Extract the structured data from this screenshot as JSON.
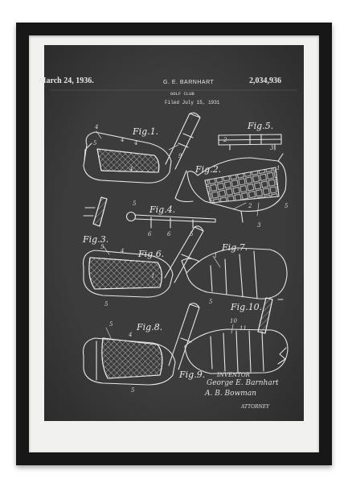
{
  "patent": {
    "date": "March 24, 1936.",
    "inventor_header": "G. E. BARNHART",
    "number": "2,034,936",
    "title": "GOLF CLUB",
    "filed": "Filed July 15, 1931"
  },
  "figures": {
    "fig1": "Fig.1.",
    "fig2": "Fig.2.",
    "fig3": "Fig.3.",
    "fig4": "Fig.4.",
    "fig5": "Fig.5.",
    "fig6": "Fig.6.",
    "fig7": "Fig.7.",
    "fig8": "Fig.8.",
    "fig9": "Fig.9.",
    "fig10": "Fig.10."
  },
  "signature": {
    "inventor_label": "INVENTOR",
    "inventor_name": "George E. Barnhart",
    "witness_name": "A. B. Bowman",
    "attorney_label": "ATTORNEY"
  },
  "colors": {
    "frame": "#171717",
    "mat": "#f1f1ef",
    "chalkboard": "#3a3a3a",
    "chalk": "#e8e8e8"
  }
}
